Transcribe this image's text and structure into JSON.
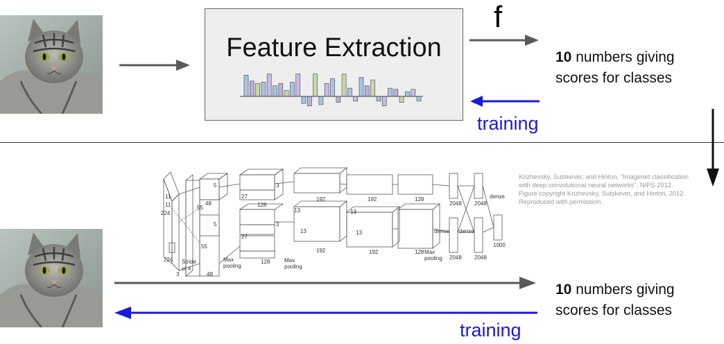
{
  "top": {
    "feature_box_title": "Feature Extraction",
    "f_label": "f",
    "scores_bold": "10",
    "scores_rest_line1": " numbers giving",
    "scores_line2": "scores for classes",
    "training_label": "training",
    "feature_histogram": [
      0.9,
      0.65,
      0.55,
      0.6,
      0.95,
      0.45,
      0.55,
      0.25,
      0.6,
      0.95,
      -0.3,
      -0.4,
      0.95,
      -0.35,
      0.55,
      0.75,
      -0.25,
      0.95,
      0.35,
      -0.2,
      0.8,
      0.45,
      0.7,
      -0.2,
      -0.4,
      0.35,
      0.3,
      -0.25,
      0.2,
      0.3,
      -0.2
    ]
  },
  "bottom": {
    "scores_bold": "10",
    "scores_rest_line1": " numbers giving",
    "scores_line2": "scores for classes",
    "training_label": "training",
    "credit": "Krizhevsky, Sutskever, and Hinton, \"Imagenet classification with deep convolutional neural networks\", NIPS 2012. Figure copyright Krizhevsky, Sutskever, and Hinton, 2012. Reproduced with permission.",
    "cnn_labels": {
      "n224a": "224",
      "n224b": "224",
      "n11a": "11",
      "n11b": "11",
      "n3": "3",
      "n5a": "5",
      "n5b": "5",
      "n55a": "55",
      "n55b": "55",
      "n48a": "48",
      "n48b": "48",
      "n27a": "27",
      "n27b": "27",
      "n128a": "128",
      "n128b": "128",
      "n3a": "3",
      "n3b": "3",
      "n13a": "13",
      "n13b": "13",
      "n13c": "13",
      "n13d": "13",
      "n192a": "192",
      "n192b": "192",
      "n192c": "192",
      "n192d": "192",
      "n128c": "128",
      "n128d": "128",
      "n2048a": "2048",
      "n2048b": "2048",
      "n2048c": "2048",
      "n2048d": "2048",
      "n1000": "1000",
      "stride": "Stride",
      "of4": "of 4",
      "maxpool": "Max",
      "pooling": "pooling",
      "dense": "dense"
    }
  },
  "colors": {
    "arrow_gray": "#5a5a5a",
    "arrow_blue": "#1a1adb",
    "training_blue": "#1a1adb"
  },
  "icons": {
    "cat_photo": "tabby-cat-photo"
  }
}
